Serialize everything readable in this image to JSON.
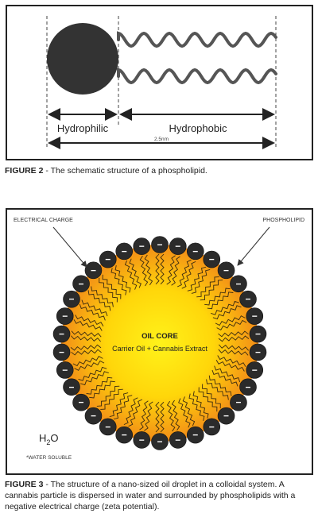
{
  "figure2": {
    "labels": {
      "hydrophilic": "Hydrophilic",
      "hydrophobic": "Hydrophobic",
      "length": "2.5nm"
    },
    "caption": {
      "prefix": "FIGURE 2",
      "text": " - The schematic structure of a phospholipid."
    }
  },
  "figure3": {
    "labels": {
      "electrical_charge": "ELECTRICAL CHARGE",
      "phospholipid": "PHOSPHOLIPID",
      "oil_core_title": "OIL CORE",
      "oil_core_subtitle": "Carrier Oil + Cannabis Extract",
      "water": "H",
      "water_sub": "2",
      "water_end": "O",
      "water_soluble": "*WATER SOLUBLE"
    },
    "charge_symbol": "−",
    "head_count": 34,
    "caption": {
      "prefix": "FIGURE 3",
      "text": " - The structure of a nano-sized oil droplet in a colloidal system. A cannabis particle is dispersed in water and surrounded by phospholipids with a negative electrical charge (zeta potential)."
    }
  },
  "colors": {
    "head": "#2b2b2b",
    "core_center": "#ffe800",
    "core_edge": "#f59a1a",
    "line": "#333333"
  }
}
